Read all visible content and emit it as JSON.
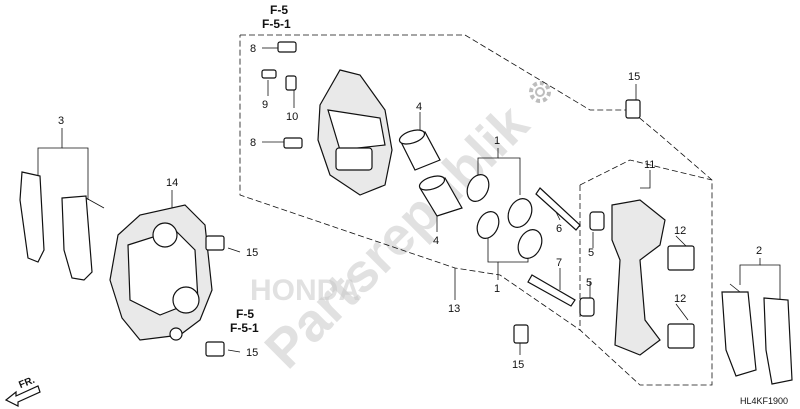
{
  "callouts": {
    "c1a": "1",
    "c1b": "1",
    "c2": "2",
    "c3": "3",
    "c4a": "4",
    "c4b": "4",
    "c5a": "5",
    "c5b": "5",
    "c6": "6",
    "c7": "7",
    "c8a": "8",
    "c8b": "8",
    "c9": "9",
    "c10": "10",
    "c11": "11",
    "c12a": "12",
    "c12b": "12",
    "c13": "13",
    "c14": "14",
    "c15a": "15",
    "c15b": "15",
    "c15c": "15",
    "c15d": "15"
  },
  "refs": {
    "top_f5": "F-5",
    "top_f51": "F-5-1",
    "bottom_f5": "F-5",
    "bottom_f51": "F-5-1"
  },
  "direction_label": "FR.",
  "diagram_code": "HL4KF1900",
  "watermark": "Partsrepublik",
  "watermark_brand": "HONDA"
}
